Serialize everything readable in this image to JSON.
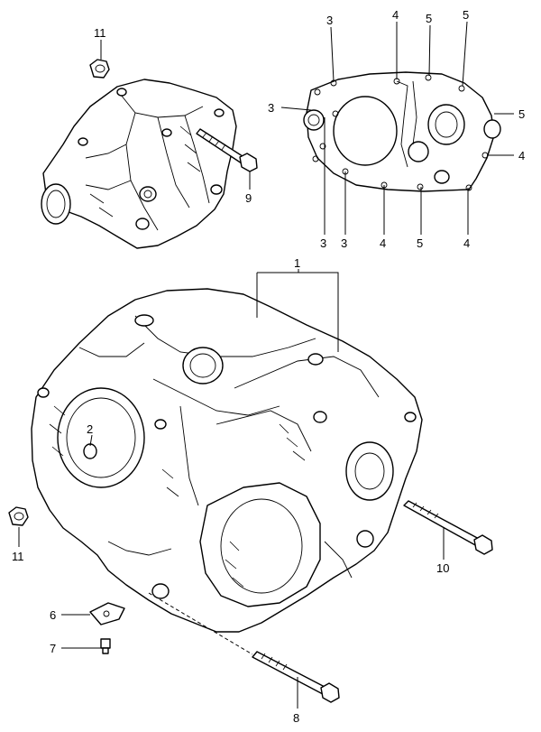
{
  "callouts": [
    {
      "id": "c1",
      "text": "1"
    },
    {
      "id": "c2",
      "text": "2"
    },
    {
      "id": "c3a",
      "text": "3"
    },
    {
      "id": "c3b",
      "text": "3"
    },
    {
      "id": "c3c",
      "text": "3"
    },
    {
      "id": "c3d",
      "text": "3"
    },
    {
      "id": "c4a",
      "text": "4"
    },
    {
      "id": "c4b",
      "text": "4"
    },
    {
      "id": "c4c",
      "text": "4"
    },
    {
      "id": "c4d",
      "text": "4"
    },
    {
      "id": "c5a",
      "text": "5"
    },
    {
      "id": "c5b",
      "text": "5"
    },
    {
      "id": "c5c",
      "text": "5"
    },
    {
      "id": "c5d",
      "text": "5"
    },
    {
      "id": "c6",
      "text": "6"
    },
    {
      "id": "c7",
      "text": "7"
    },
    {
      "id": "c8",
      "text": "8"
    },
    {
      "id": "c9",
      "text": "9"
    },
    {
      "id": "c10",
      "text": "10"
    },
    {
      "id": "c11a",
      "text": "11"
    },
    {
      "id": "c11b",
      "text": "11"
    }
  ]
}
